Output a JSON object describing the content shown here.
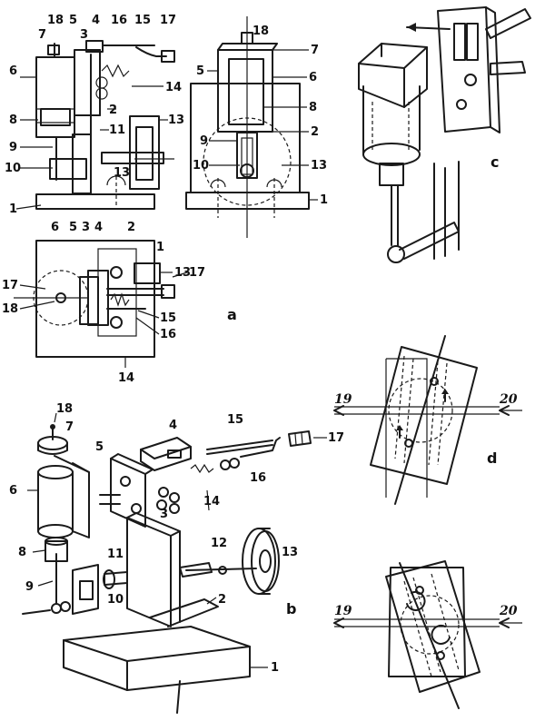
{
  "panels": {
    "a": "a",
    "b": "b",
    "c": "c",
    "d": "d"
  },
  "part_numbers": {
    "n1": "1",
    "n2": "2",
    "n3": "3",
    "n4": "4",
    "n5": "5",
    "n6": "6",
    "n7": "7",
    "n8": "8",
    "n9": "9",
    "n10": "10",
    "n11": "11",
    "n12": "12",
    "n13": "13",
    "n14": "14",
    "n15": "15",
    "n16": "16",
    "n17": "17",
    "n18": "18"
  },
  "port_labels": {
    "p19": "19",
    "p20": "20"
  }
}
